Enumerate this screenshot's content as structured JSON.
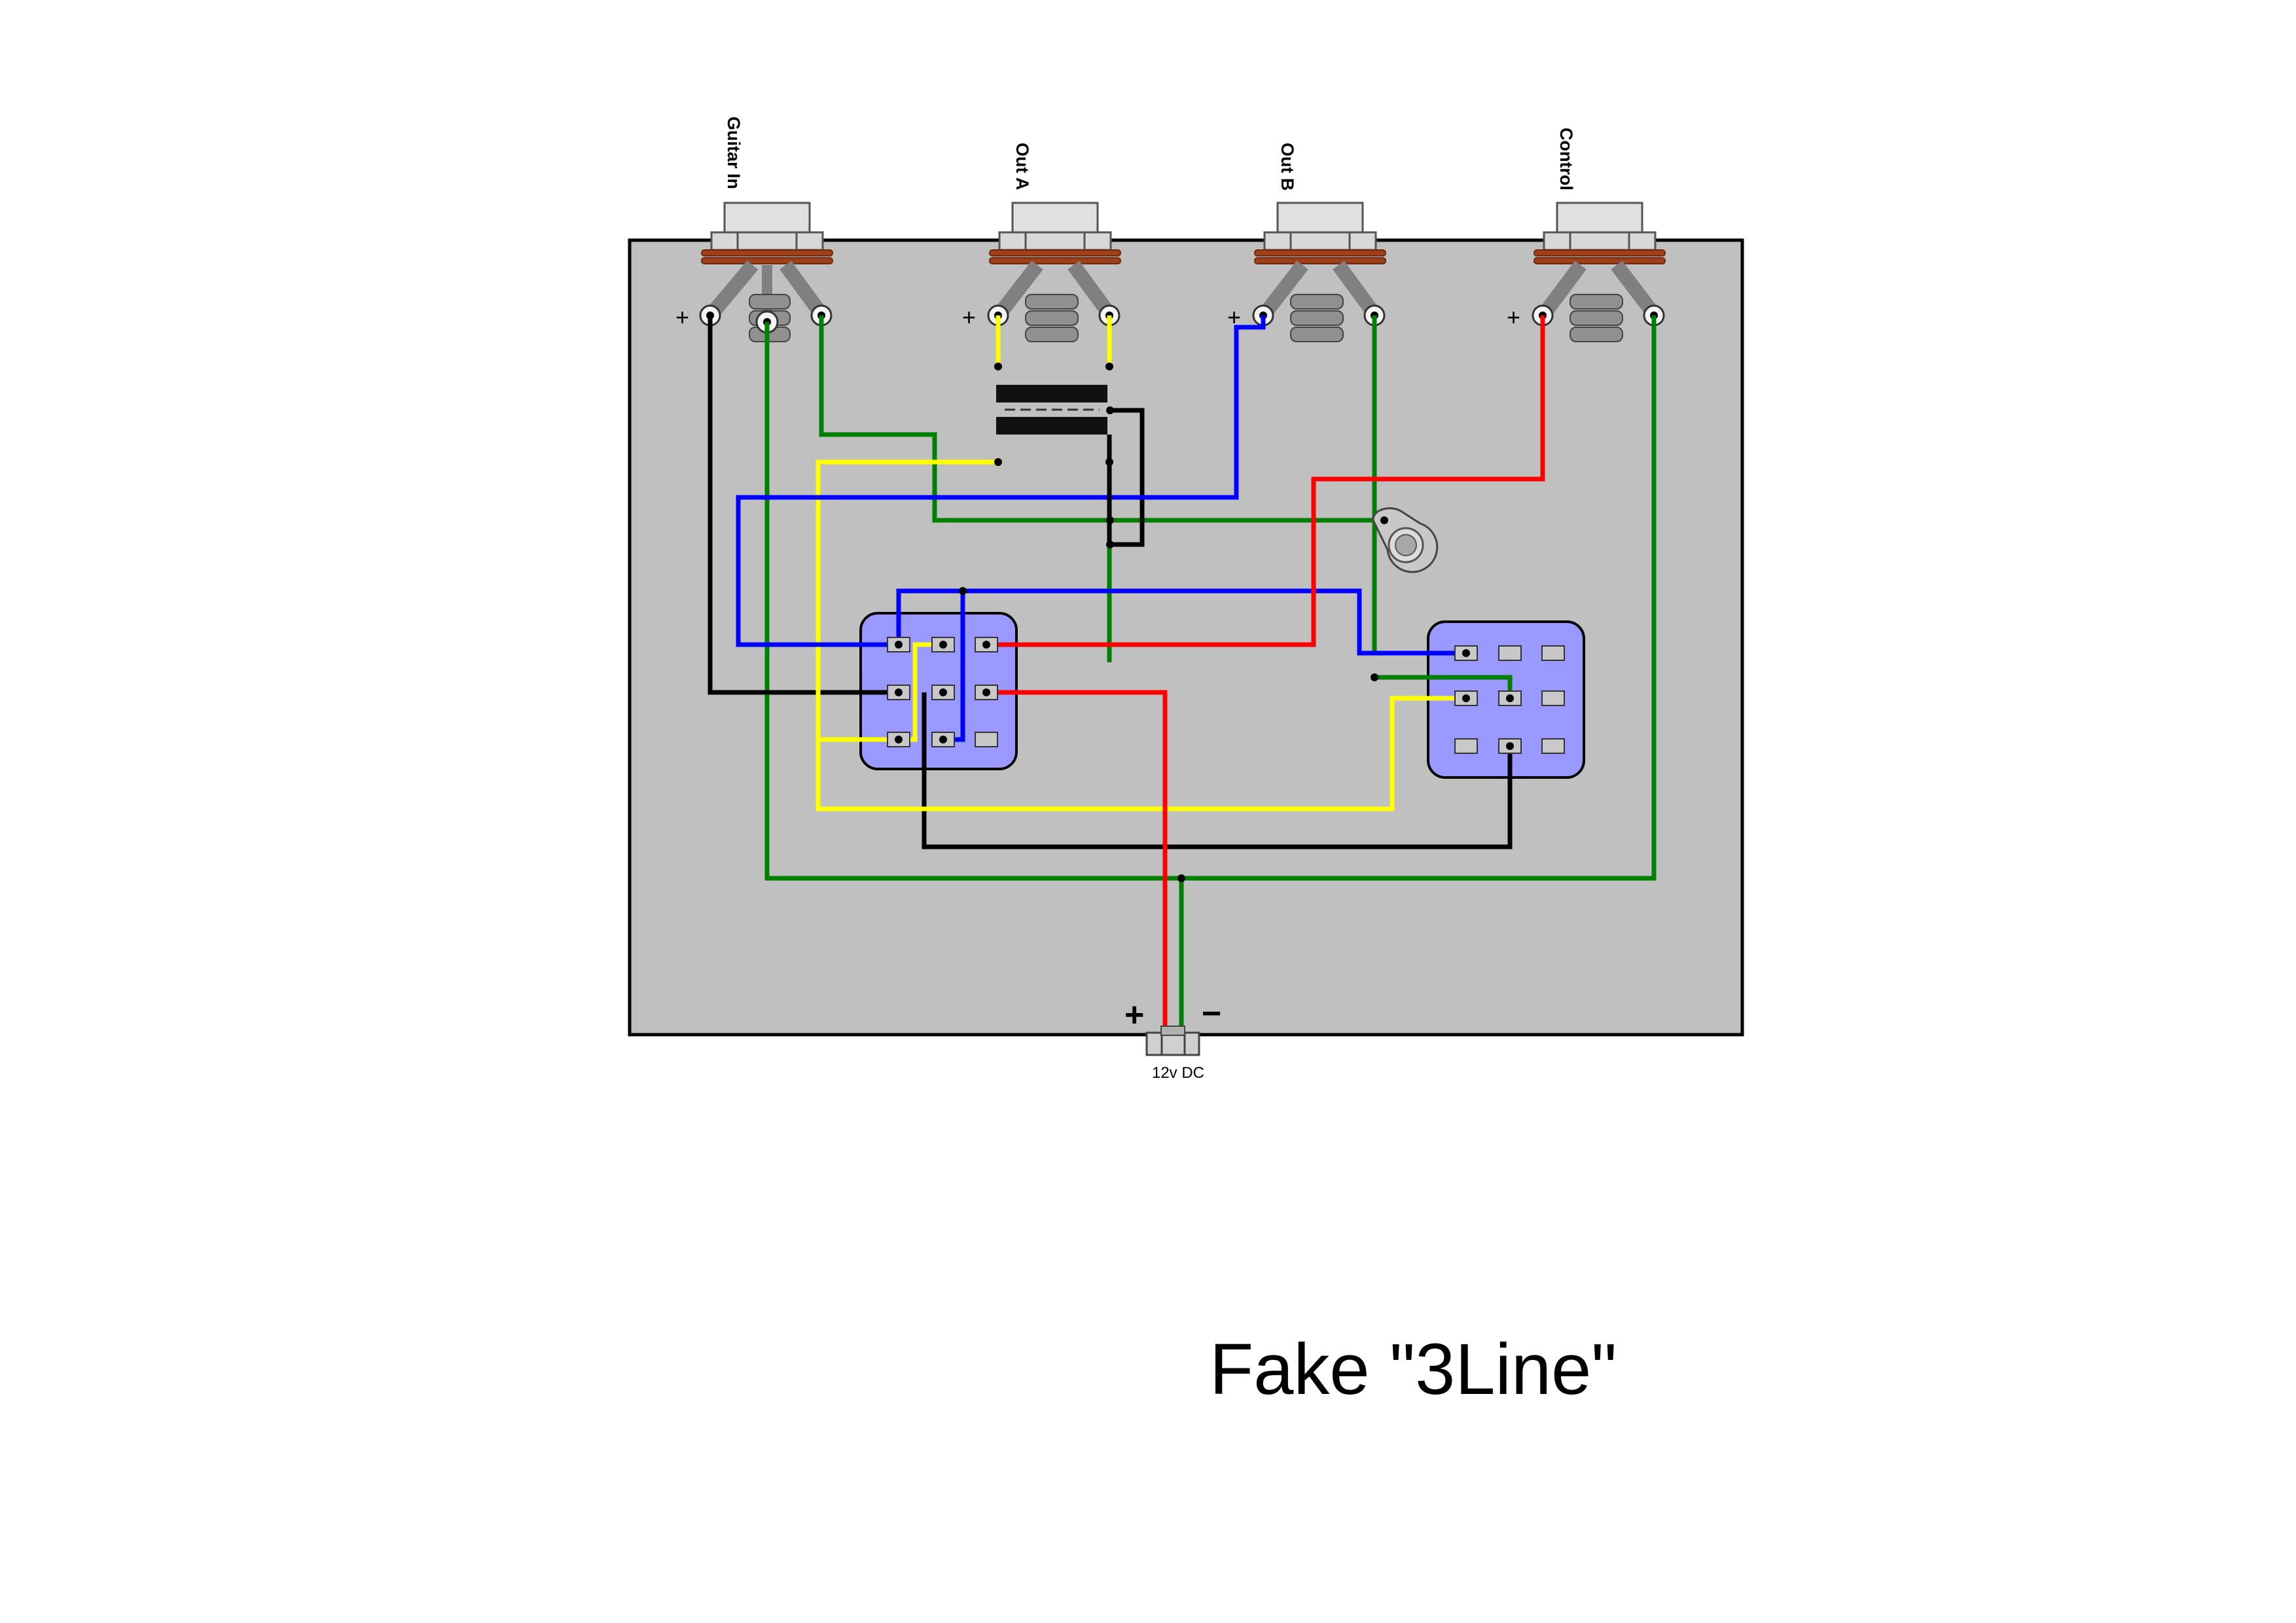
{
  "title": "Fake \"3Line\"",
  "jacks": {
    "guitar_in": "Guitar In",
    "out_a": "Out A",
    "out_b": "Out B",
    "control": "Control"
  },
  "plus_sign": "+",
  "minus_sign": "−",
  "power_plus": "+",
  "power_minus": "−",
  "power_label": "12v DC",
  "colors": {
    "enclosure": "#c0c0c0",
    "switch": "#9999ff",
    "wire_green": "#008000",
    "wire_black": "#000000",
    "wire_yellow": "#ffff00",
    "wire_blue": "#0000ff",
    "wire_red": "#ff0000",
    "jack_nut": "#a0401a"
  }
}
